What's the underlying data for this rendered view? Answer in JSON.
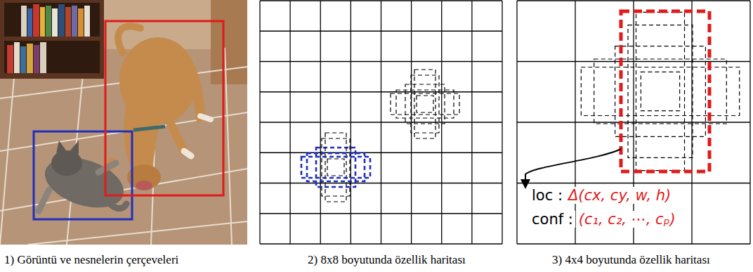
{
  "diagram": {
    "labels": [
      "1) Görüntü ve nesnelerin çerçeveleri",
      "2) 8x8 boyutunda özellik haritası",
      "3) 4x4 boyutunda özellik haritası",
      "loc :",
      "Δ(cx, cy, w, h)",
      "conf :",
      "(c₁, c₂, ⋯, cₚ)"
    ]
  }
}
